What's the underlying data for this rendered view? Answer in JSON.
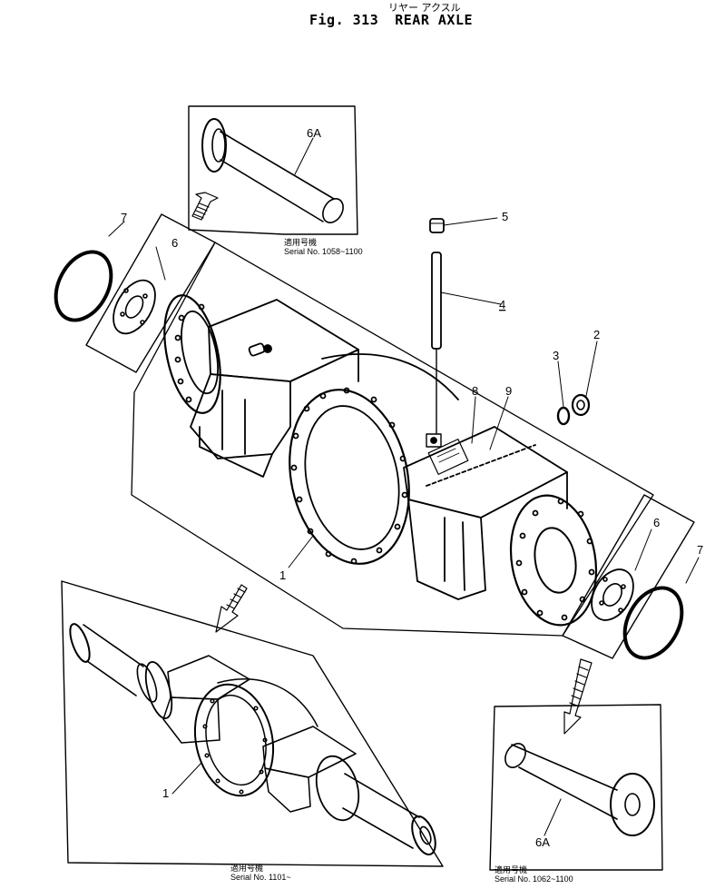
{
  "header": {
    "title_katakana": "リヤー アクスル",
    "fig_label": "Fig. 313",
    "title": "REAR AXLE"
  },
  "callouts": {
    "c1a": "1",
    "c1b": "1",
    "c2": "2",
    "c3": "3",
    "c4": "4",
    "c5": "5",
    "c6a": "6",
    "c6b": "6",
    "c7a": "7",
    "c7b": "7",
    "c8": "8",
    "c9": "9",
    "c6A_top": "6A",
    "c6A_bottom": "6A"
  },
  "notes": {
    "top_detail": {
      "jp": "適用号機",
      "serial": "Serial No. 1058~1100"
    },
    "bottom_left": {
      "jp": "適用号機",
      "serial": "Serial No. 1101~"
    },
    "bottom_right": {
      "jp": "適用号機",
      "serial": "Serial No. 1062~1100"
    }
  }
}
